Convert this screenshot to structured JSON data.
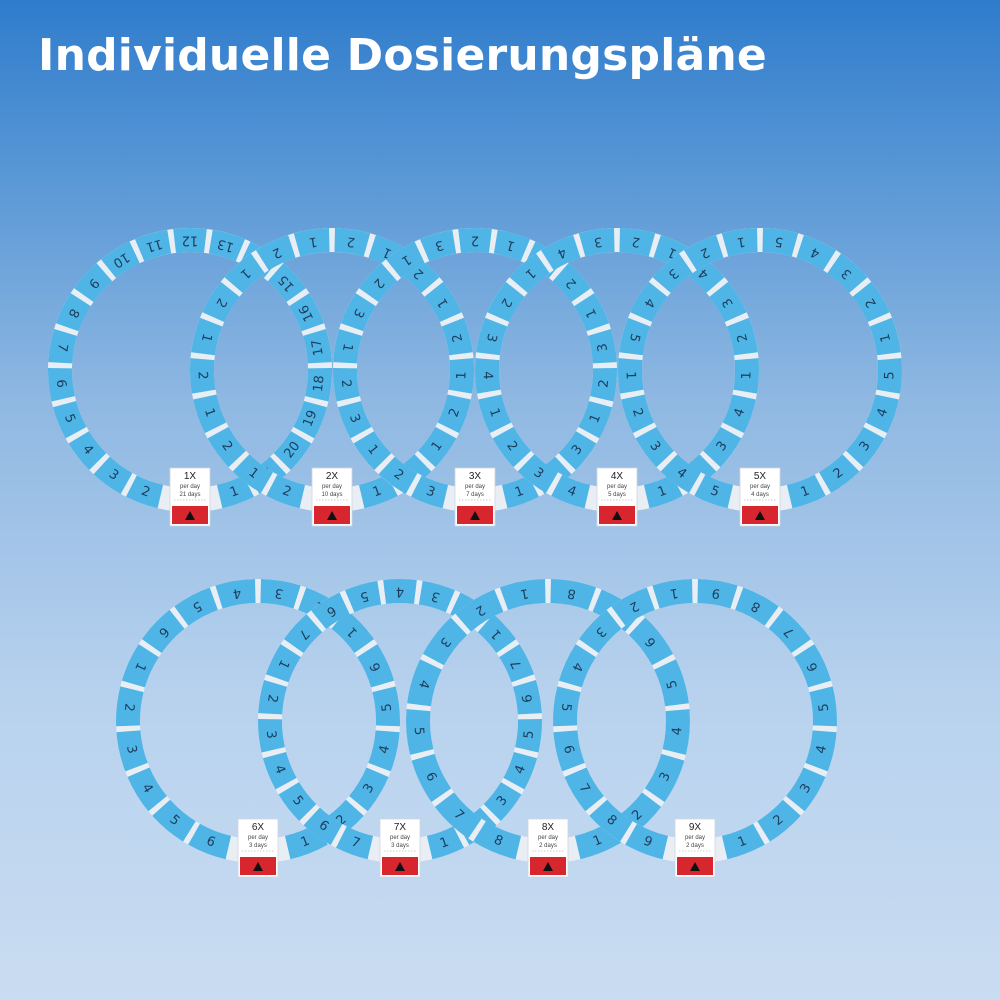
{
  "title": "Individuelle Dosierungspläne",
  "colors": {
    "ring": "#4fb4e6",
    "segment_gap": "#e8eef3",
    "tab": "#e4e4e4",
    "marker": "#d7262e",
    "number": "#1d3d5c"
  },
  "rings": [
    {
      "name": "ring-1x",
      "label": "1X",
      "per_day": "per day",
      "duration": "21 days",
      "numbers": [
        "1",
        "21",
        "20",
        "19",
        "18",
        "17",
        "16",
        "15",
        "14",
        "13",
        "12",
        "11",
        "10",
        "9",
        "8",
        "7",
        "6",
        "5",
        "4",
        "3",
        "2"
      ]
    },
    {
      "name": "ring-2x",
      "label": "2X",
      "per_day": "per day",
      "duration": "10 days",
      "numbers": [
        "1",
        "2",
        "1",
        "2",
        "1",
        "2",
        "1",
        "2",
        "1",
        "2",
        "1",
        "2",
        "1",
        "2",
        "1",
        "2",
        "1",
        "2",
        "1",
        "2"
      ]
    },
    {
      "name": "ring-3x",
      "label": "3X",
      "per_day": "per day",
      "duration": "7 days",
      "numbers": [
        "1",
        "2",
        "3",
        "1",
        "2",
        "3",
        "1",
        "2",
        "3",
        "1",
        "2",
        "3",
        "1",
        "2",
        "3",
        "1",
        "2",
        "3",
        "1",
        "2",
        "3"
      ]
    },
    {
      "name": "ring-4x",
      "label": "4X",
      "per_day": "per day",
      "duration": "5 days",
      "numbers": [
        "1",
        "2",
        "3",
        "4",
        "1",
        "2",
        "3",
        "4",
        "1",
        "2",
        "3",
        "4",
        "1",
        "2",
        "3",
        "4",
        "1",
        "2",
        "3",
        "4"
      ]
    },
    {
      "name": "ring-5x",
      "label": "5X",
      "per_day": "per day",
      "duration": "4 days",
      "numbers": [
        "1",
        "2",
        "3",
        "4",
        "5",
        "1",
        "2",
        "3",
        "4",
        "5",
        "1",
        "2",
        "3",
        "4",
        "5",
        "1",
        "2",
        "3",
        "4",
        "5"
      ]
    },
    {
      "name": "ring-6x",
      "label": "6X",
      "per_day": "per day",
      "duration": "3 days",
      "numbers": [
        "1",
        "2",
        "3",
        "4",
        "5",
        "6",
        "1",
        "2",
        "3",
        "4",
        "5",
        "6",
        "1",
        "2",
        "3",
        "4",
        "5",
        "6"
      ]
    },
    {
      "name": "ring-7x",
      "label": "7X",
      "per_day": "per day",
      "duration": "3 days",
      "numbers": [
        "1",
        "2",
        "3",
        "4",
        "5",
        "6",
        "7",
        "1",
        "2",
        "3",
        "4",
        "5",
        "6",
        "7",
        "1",
        "2",
        "3",
        "4",
        "5",
        "6",
        "7"
      ]
    },
    {
      "name": "ring-8x",
      "label": "8X",
      "per_day": "per day",
      "duration": "2 days",
      "numbers": [
        "1",
        "2",
        "3",
        "4",
        "5",
        "6",
        "7",
        "8",
        "1",
        "2",
        "3",
        "4",
        "5",
        "6",
        "7",
        "8"
      ]
    },
    {
      "name": "ring-9x",
      "label": "9X",
      "per_day": "per day",
      "duration": "2 days",
      "numbers": [
        "1",
        "2",
        "3",
        "4",
        "5",
        "6",
        "7",
        "8",
        "9",
        "1",
        "2",
        "3",
        "4",
        "5",
        "6",
        "7",
        "8",
        "9"
      ]
    }
  ]
}
